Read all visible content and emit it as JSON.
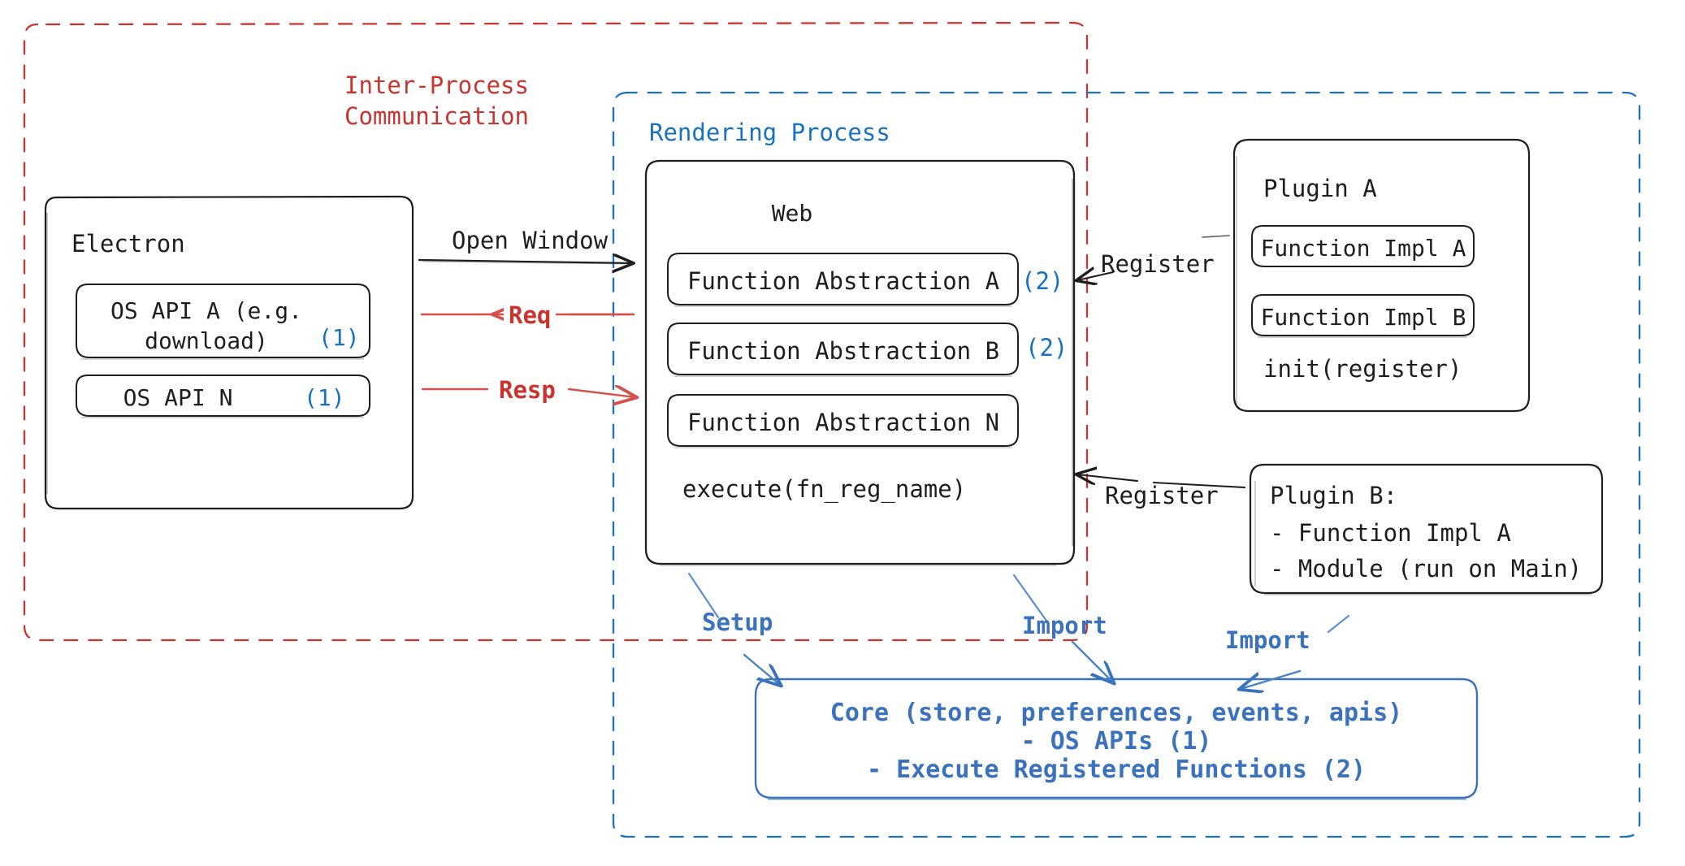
{
  "diagram": {
    "title_semantic": "electron-plugin-architecture-diagram",
    "colors": {
      "ipc_red": "#c9342f",
      "process_blue": "#1971c2",
      "core_blue": "#3a72bd",
      "ink": "#1e1e1e"
    },
    "groups": {
      "ipc": {
        "label": "Inter-Process\nCommunication",
        "line_style": "dashed",
        "color": "#c9342f"
      },
      "rendering": {
        "label": "Rendering Process",
        "line_style": "dashed",
        "color": "#1971c2"
      }
    },
    "electron": {
      "title": "Electron",
      "apis": [
        {
          "label": "OS API A (e.g.\ndownload)",
          "marker": "(1)"
        },
        {
          "label": "OS API N",
          "marker": "(1)"
        }
      ]
    },
    "web": {
      "title": "Web",
      "abstractions": [
        {
          "label": "Function Abstraction A",
          "marker": "(2)"
        },
        {
          "label": "Function Abstraction B",
          "marker": "(2)"
        },
        {
          "label": "Function Abstraction N",
          "marker": ""
        }
      ],
      "method": "execute(fn_reg_name)"
    },
    "plugin_a": {
      "title": "Plugin A",
      "items": [
        "Function Impl A",
        "Function Impl B"
      ],
      "method": "init(register)"
    },
    "plugin_b": {
      "title": "Plugin B:",
      "lines": [
        "- Function Impl A",
        "- Module (run on Main)"
      ]
    },
    "core": {
      "lines": [
        "Core (store, preferences, events, apis)",
        "- OS APIs (1)",
        "- Execute Registered Functions (2)"
      ]
    },
    "edges": [
      {
        "label": "Open Window",
        "color": "#1e1e1e",
        "from": "electron",
        "to": "web",
        "direction": "right"
      },
      {
        "label": "Req",
        "color": "#c9342f",
        "from": "web",
        "to": "electron",
        "direction": "left"
      },
      {
        "label": "Resp",
        "color": "#c9342f",
        "from": "electron",
        "to": "web",
        "direction": "right"
      },
      {
        "label": "Register",
        "color": "#1e1e1e",
        "from": "plugin-a",
        "to": "web",
        "direction": "left"
      },
      {
        "label": "Register",
        "color": "#1e1e1e",
        "from": "plugin-b",
        "to": "web",
        "direction": "left"
      },
      {
        "label": "Setup",
        "color": "#3a72bd",
        "from": "web",
        "to": "core",
        "direction": "down-left"
      },
      {
        "label": "Import",
        "color": "#3a72bd",
        "from": "web",
        "to": "core",
        "direction": "down-right"
      },
      {
        "label": "Import",
        "color": "#3a72bd",
        "from": "plugin-b",
        "to": "core",
        "direction": "down-left"
      }
    ]
  }
}
